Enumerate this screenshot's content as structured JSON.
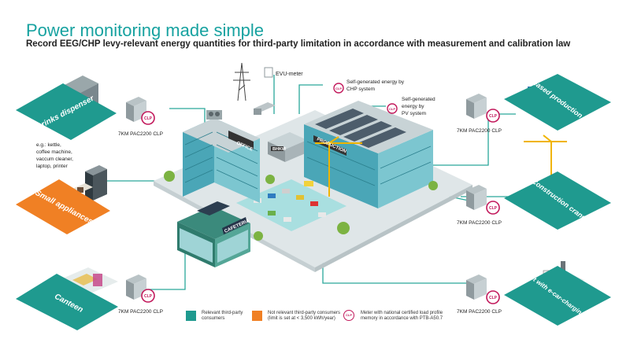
{
  "header": {
    "title": "Power monitoring made simple",
    "subtitle": "Record EEG/CHP levy-relevant energy quantities for third-party limitation in accordance with measurement and calibration law"
  },
  "colors": {
    "teal": "#1f9a8f",
    "orange": "#f08024",
    "clp_ring": "#c2185b",
    "line": "#2aa79b"
  },
  "consumers": {
    "drinks": "Drinks dispenser",
    "small": "Small appliances",
    "canteen": "Canteen",
    "subleased": "Subleased production hall",
    "construction": "Construction crane",
    "parking": "Parking lot with e-car-charging stations"
  },
  "small_examples": [
    "e.g.: kettle,",
    "coffee machine,",
    "vaccum cleaner,",
    "laptop, printer"
  ],
  "meter_label": "7KM PAC2200 CLP",
  "clp_badge": "CLP",
  "buildings": {
    "office": "OFFICE",
    "production": "PRODUCTION",
    "cafeteria": "CAFETERIA",
    "bhkw": "BHKW"
  },
  "callouts": {
    "evu": "EVU-meter",
    "chp": [
      "Self-generated energy by",
      "CHP system"
    ],
    "pv": [
      "Self-generated",
      "energy by",
      "PV system"
    ]
  },
  "legend": {
    "relevant": [
      "Relevant third-party",
      "consumers"
    ],
    "not_relevant": [
      "Not relevant third-party consumers",
      "(limit is set at < 3,500 kWh/year)"
    ],
    "meter": [
      "Meter with national certified load profile",
      "memory in accordance with PTB-A50.7"
    ]
  }
}
